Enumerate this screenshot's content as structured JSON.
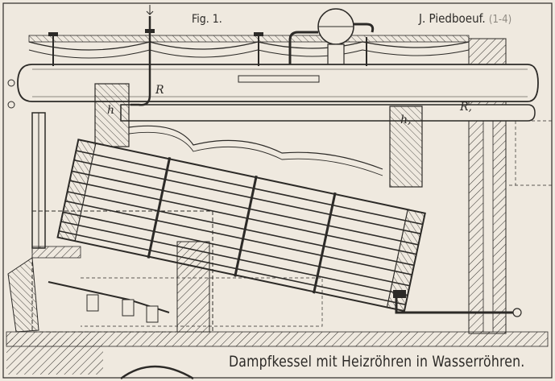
{
  "figure": {
    "fig_label": "Fig. 1.",
    "author": "J. Piedboeuf.",
    "author_range": "(1-4)",
    "caption": "Dampfkessel mit Heizröhren in Wasserröhren."
  },
  "marks": {
    "R": "R",
    "h": "h",
    "h1": "h,",
    "R1": "R,"
  },
  "colors": {
    "paper": "#efe9df",
    "ink": "#2c2a27",
    "faint_ink": "#8f8a82"
  }
}
